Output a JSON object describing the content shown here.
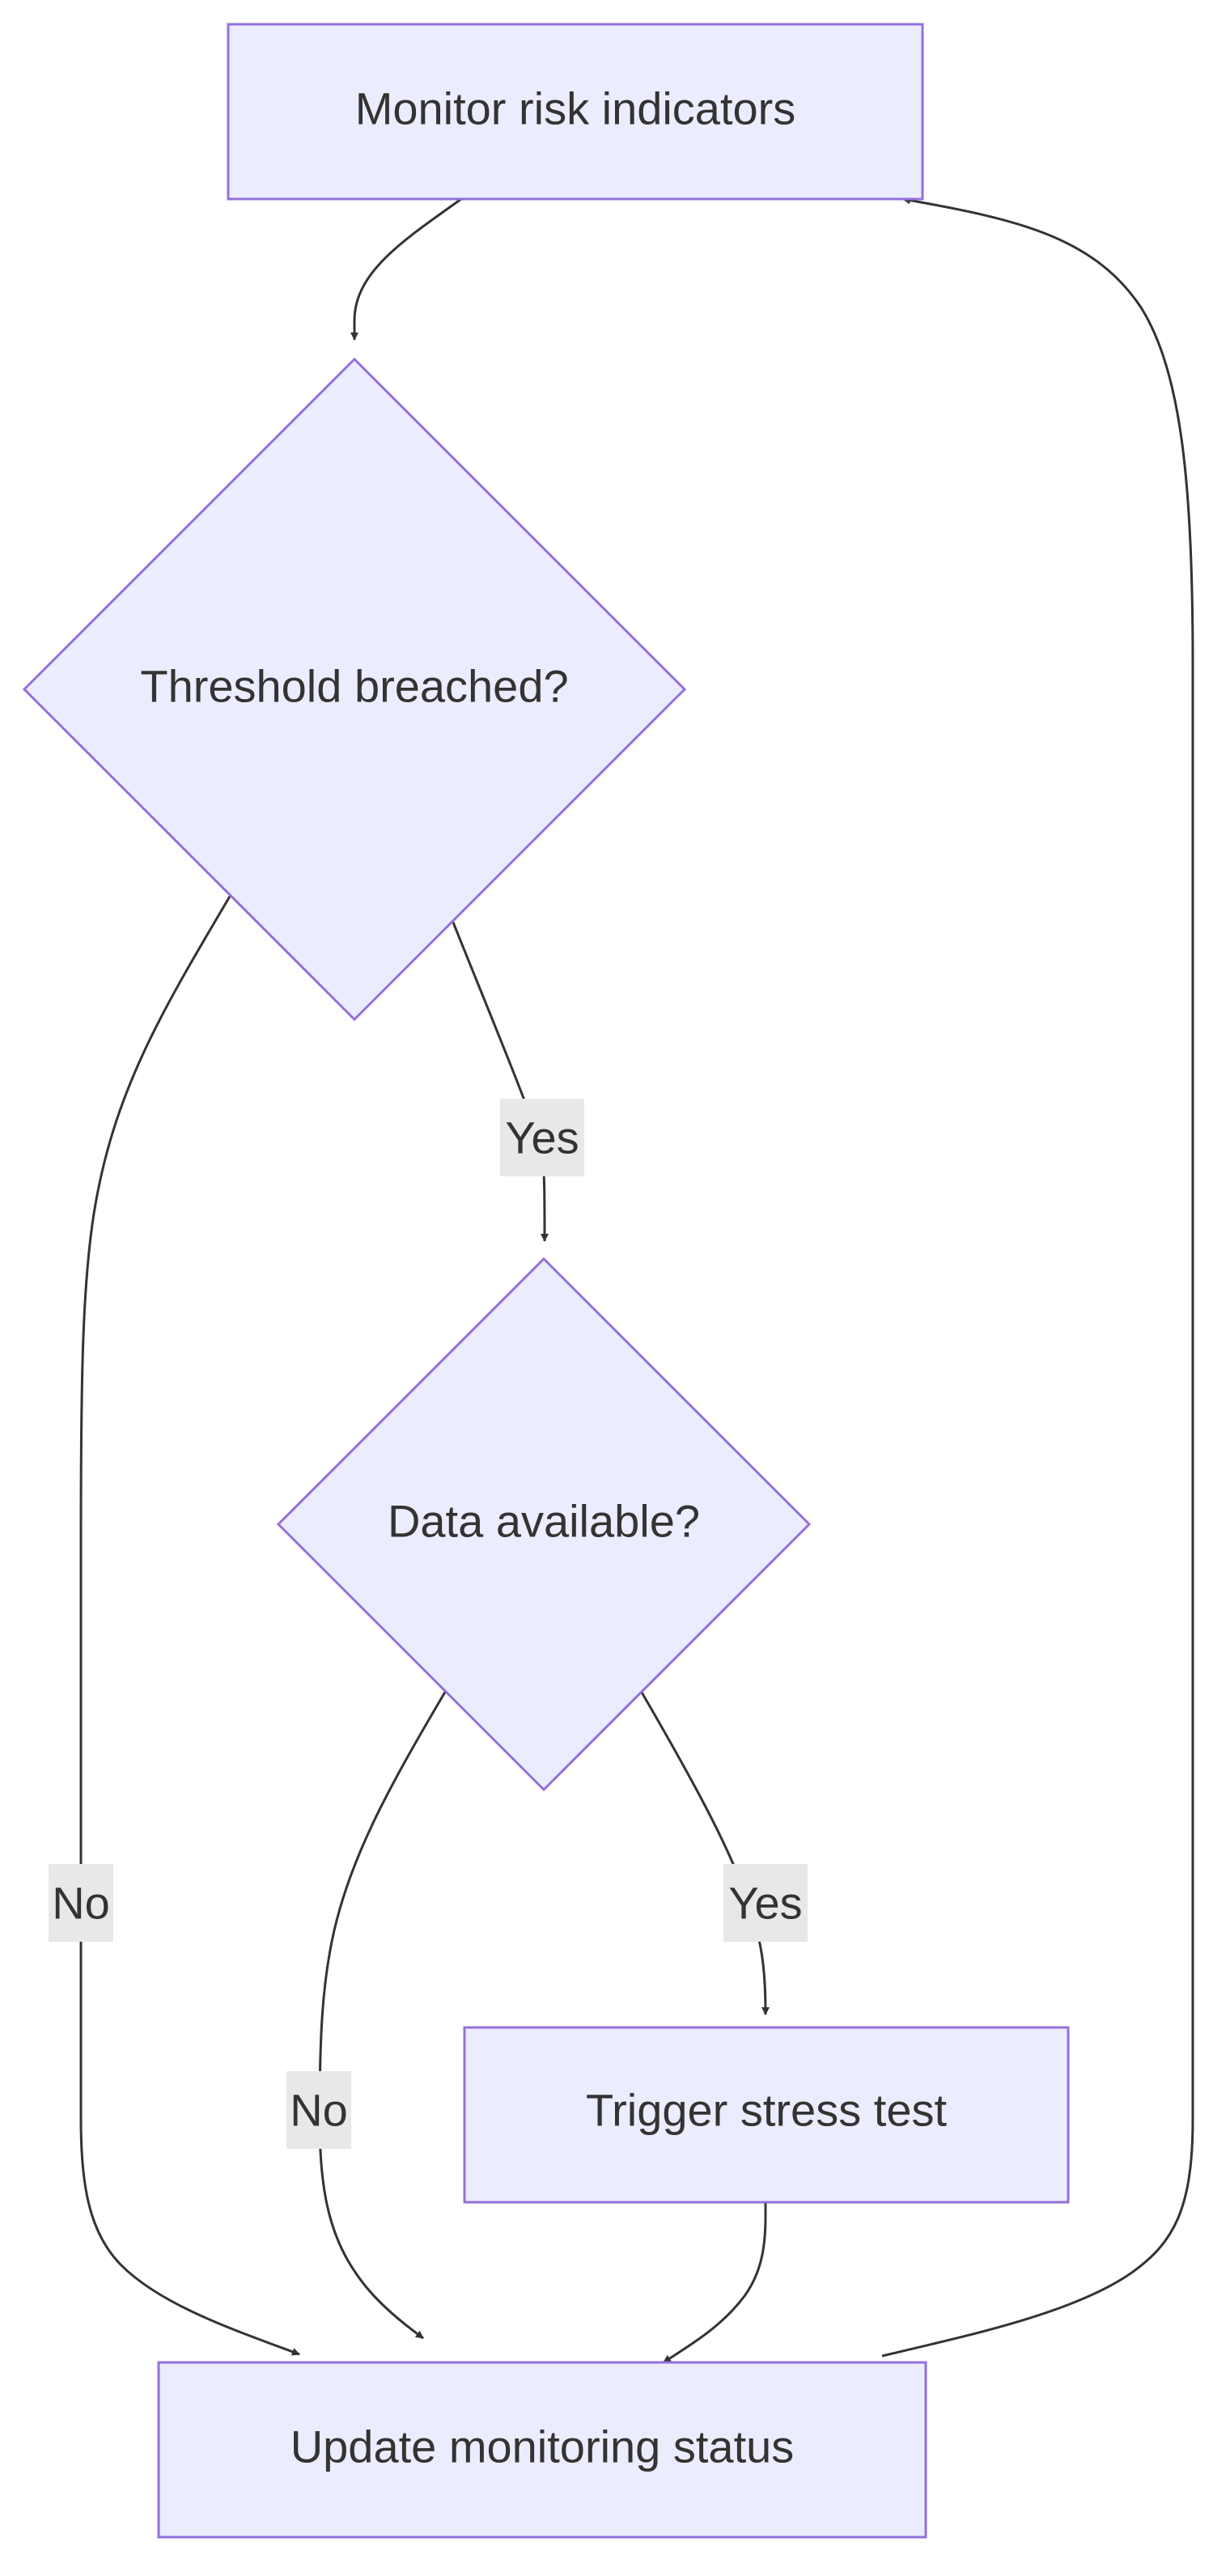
{
  "diagram": {
    "type": "flowchart",
    "colors": {
      "node_fill": "#ececff",
      "node_stroke": "#9370db",
      "edge": "#333333",
      "text": "#333333",
      "edge_label_bg": "#e8e8e8"
    },
    "nodes": {
      "monitor": {
        "label": "Monitor risk indicators",
        "shape": "rectangle"
      },
      "threshold": {
        "label": "Threshold breached?",
        "shape": "diamond"
      },
      "data": {
        "label": "Data available?",
        "shape": "diamond"
      },
      "trigger": {
        "label": "Trigger stress test",
        "shape": "rectangle"
      },
      "update": {
        "label": "Update monitoring status",
        "shape": "rectangle"
      }
    },
    "edges": [
      {
        "from": "monitor",
        "to": "threshold",
        "label": ""
      },
      {
        "from": "threshold",
        "to": "data",
        "label": "Yes"
      },
      {
        "from": "threshold",
        "to": "update",
        "label": "No"
      },
      {
        "from": "data",
        "to": "trigger",
        "label": "Yes"
      },
      {
        "from": "data",
        "to": "update",
        "label": "No"
      },
      {
        "from": "trigger",
        "to": "update",
        "label": ""
      },
      {
        "from": "update",
        "to": "monitor",
        "label": ""
      }
    ]
  }
}
